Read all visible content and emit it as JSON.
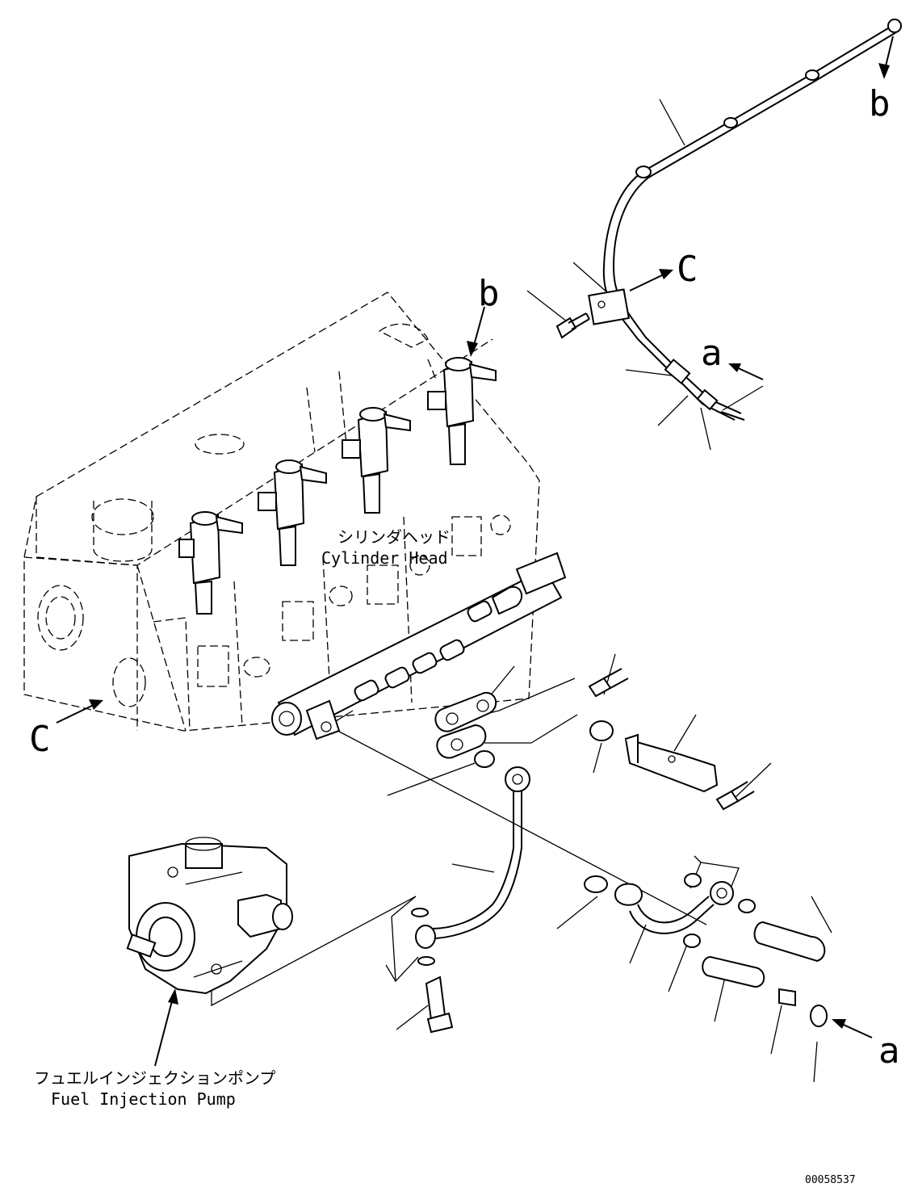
{
  "labels": {
    "letter_a": "a",
    "letter_b": "b",
    "letter_c": "C",
    "cylinder_head_jp": "シリンダヘッド",
    "cylinder_head_en": "Cylinder Head",
    "pump_jp": "フュエルインジェクションポンプ",
    "pump_en": "Fuel Injection Pump",
    "drawing_number": "00058537"
  }
}
